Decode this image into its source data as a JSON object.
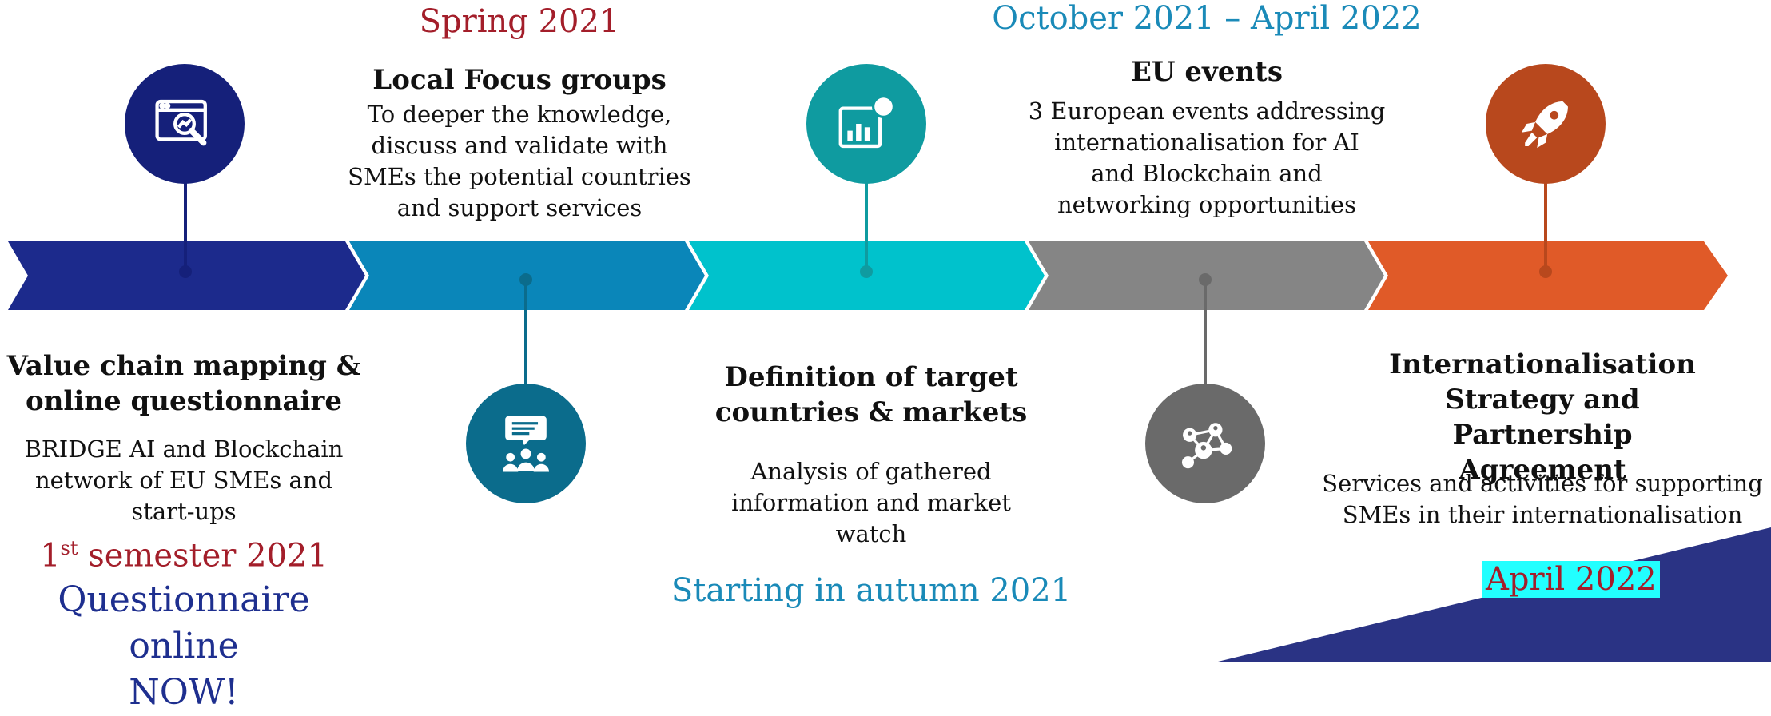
{
  "colors": {
    "seg1": "#1c2a8c",
    "seg2": "#0a86b9",
    "seg3": "#00c2cc",
    "seg4": "#858585",
    "seg5": "#e05a28",
    "circle1": "#15207a",
    "circle2": "#0b6c8c",
    "circle3": "#0f9ba0",
    "circle4": "#6a6a6a",
    "circle5": "#b8481d",
    "date_red": "#a31e2a",
    "date_blue": "#1a8ab8",
    "navy_text": "#1e2f8f",
    "corner": "#2a3384",
    "highlight": "#22ffff"
  },
  "stage1": {
    "icon": "search-analytics-icon",
    "title_line1": "Value chain mapping &",
    "title_line2": "online questionnaire",
    "desc_line1": "BRIDGE AI and Blockchain",
    "desc_line2": "network of EU SMEs and",
    "desc_line3": "start-ups",
    "date_num": "1",
    "date_sup": "st",
    "date_rest": " semester 2021",
    "cta_line1": "Questionnaire online",
    "cta_line2": "NOW!"
  },
  "stage2": {
    "icon": "focus-group-icon",
    "date": "Spring 2021",
    "title": "Local Focus groups",
    "desc_line1": "To deeper the knowledge,",
    "desc_line2": "discuss and validate with",
    "desc_line3": "SMEs the potential countries",
    "desc_line4": "and support services"
  },
  "stage3": {
    "icon": "chart-report-icon",
    "title_line1": "Definition of target",
    "title_line2": "countries & markets",
    "desc_line1": "Analysis of gathered",
    "desc_line2": "information and market",
    "desc_line3": "watch",
    "date": "Starting in autumn 2021"
  },
  "stage4": {
    "icon": "network-icon",
    "date": "October 2021 – April 2022",
    "title": "EU events",
    "desc_line1": "3 European events addressing",
    "desc_line2": "internationalisation for AI",
    "desc_line3": "and Blockchain and",
    "desc_line4": "networking opportunities"
  },
  "stage5": {
    "icon": "rocket-icon",
    "title_line1": "Internationalisation",
    "title_line2": "Strategy and Partnership",
    "title_line3": "Agreement",
    "desc_line1": "Services and activities for supporting",
    "desc_line2": "SMEs in their internationalisation",
    "date": "April 2022"
  }
}
